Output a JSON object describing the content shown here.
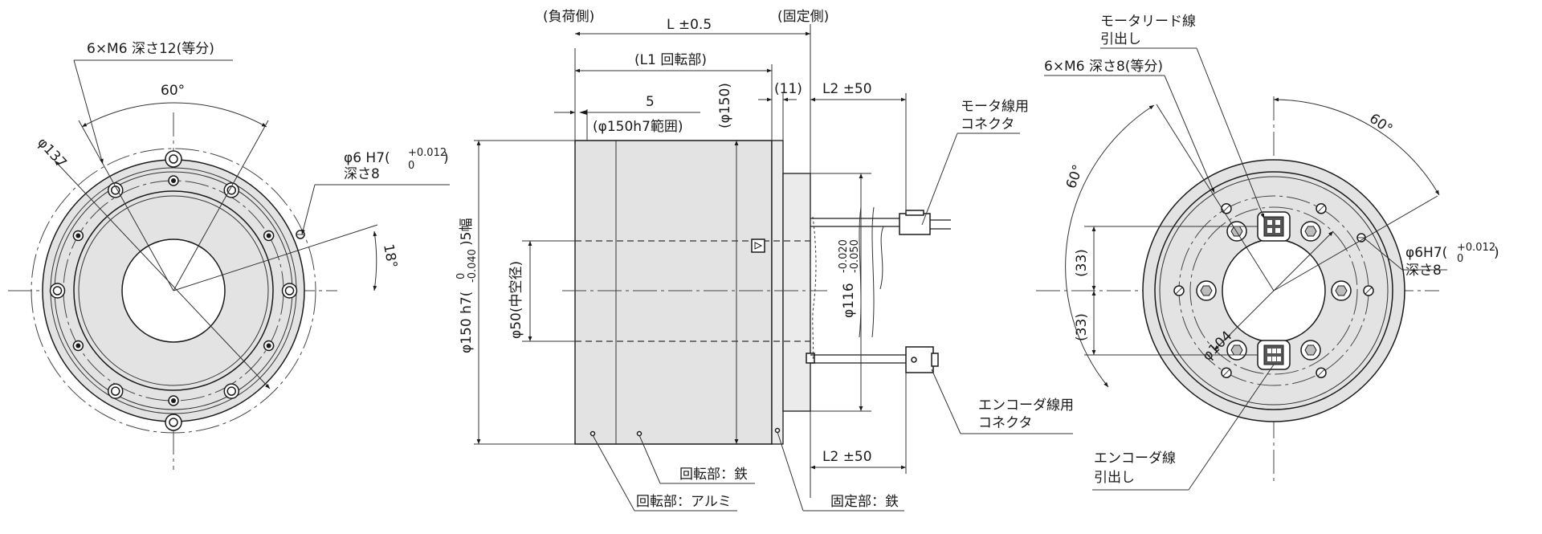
{
  "front_view": {
    "holes_label": "6×M6 深さ12(等分)",
    "angle_60": "60°",
    "phi137": "φ137",
    "pin_hole_label": "φ6 H7(+0.012 0)",
    "pin_hole_main": "φ6 H7(",
    "pin_hole_tol_top": "+0.012",
    "pin_hole_tol_bot": "0",
    "pin_hole_close": ")",
    "pin_depth": "深さ8",
    "angle_18": "18°"
  },
  "side_view": {
    "load_side": "(負荷側)",
    "fixed_side": "(固定側)",
    "length_L": "L ±0.5",
    "length_L1": "(L1 回転部)",
    "dim_5": "5",
    "dim_5_note": "(φ150h7範囲)",
    "dim_11": "(11)",
    "L2_top": "L2 ±50",
    "L2_bottom": "L2 ±50",
    "phi150": "(φ150)",
    "phi150_h7": "φ150 h7(0 -0.040)5幅",
    "phi150_main": "φ150 h7(",
    "phi150_tol_top": "0",
    "phi150_tol_bot": "-0.040",
    "phi150_tail": ")5幅",
    "phi50": "φ50(中空径)",
    "phi116": "φ116 -0.020 -0.050",
    "phi116_main": "φ116",
    "phi116_tol_top": "-0.020",
    "phi116_tol_bot": "-0.050",
    "motor_connector": [
      "モータ線用",
      "コネクタ"
    ],
    "encoder_connector": [
      "エンコーダ線用",
      "コネクタ"
    ],
    "rotor_iron": "回転部：鉄",
    "rotor_alum": "回転部：アルミ",
    "stator_iron": "固定部：鉄"
  },
  "rear_view": {
    "motor_lead": [
      "モータリード線",
      "引出し"
    ],
    "holes_label": "6×M6 深さ8(等分)",
    "angle_60a": "60°",
    "angle_60b": "60°",
    "dim_33a": "(33)",
    "dim_33b": "(33)",
    "phi104": "φ104",
    "pin_hole_main": "φ6H7(",
    "pin_hole_tol_top": "+0.012",
    "pin_hole_tol_bot": "0",
    "pin_hole_close": ")",
    "pin_depth": "深さ8",
    "encoder_lead": [
      "エンコーダ線",
      "引出し"
    ]
  },
  "colors": {
    "line": "#1a1a1a",
    "body_fill": "#e3e3e3",
    "background": "#ffffff"
  }
}
